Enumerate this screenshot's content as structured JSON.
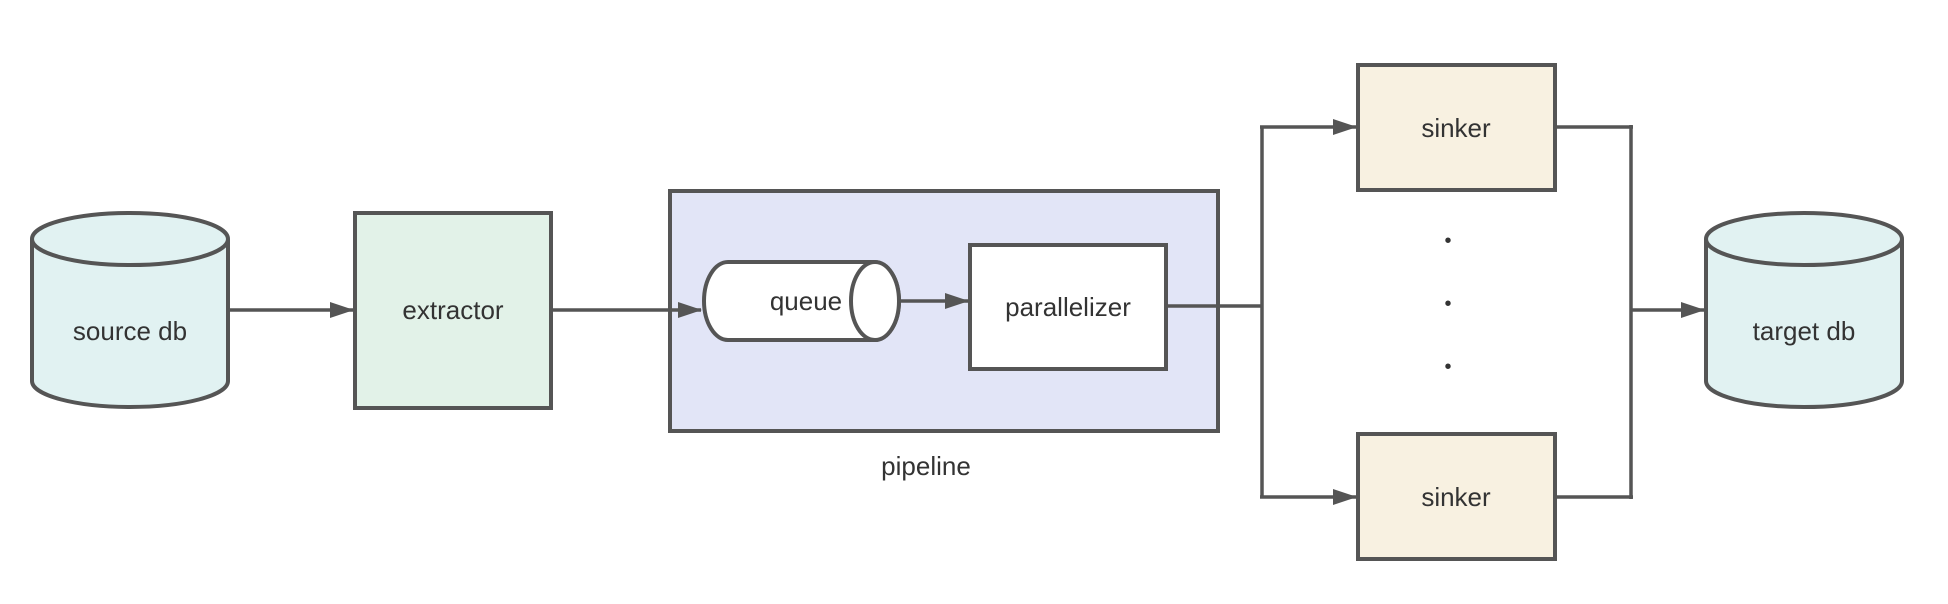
{
  "nodes": {
    "source_db": {
      "label": "source db"
    },
    "extractor": {
      "label": "extractor"
    },
    "queue": {
      "label": "queue"
    },
    "parallelizer": {
      "label": "parallelizer"
    },
    "pipeline": {
      "label": "pipeline"
    },
    "sinker_top": {
      "label": "sinker"
    },
    "sinker_bottom": {
      "label": "sinker"
    },
    "target_db": {
      "label": "target db"
    }
  },
  "ellipsis_dots": [
    "•",
    "•",
    "•"
  ],
  "colors": {
    "stroke": "#555555",
    "db_fill": "#e1f2f2",
    "extractor_fill": "#e2f2e8",
    "pipeline_fill": "#e2e5f7",
    "sinker_fill": "#f8f1e1",
    "plain_fill": "#ffffff",
    "text": "#333333"
  }
}
